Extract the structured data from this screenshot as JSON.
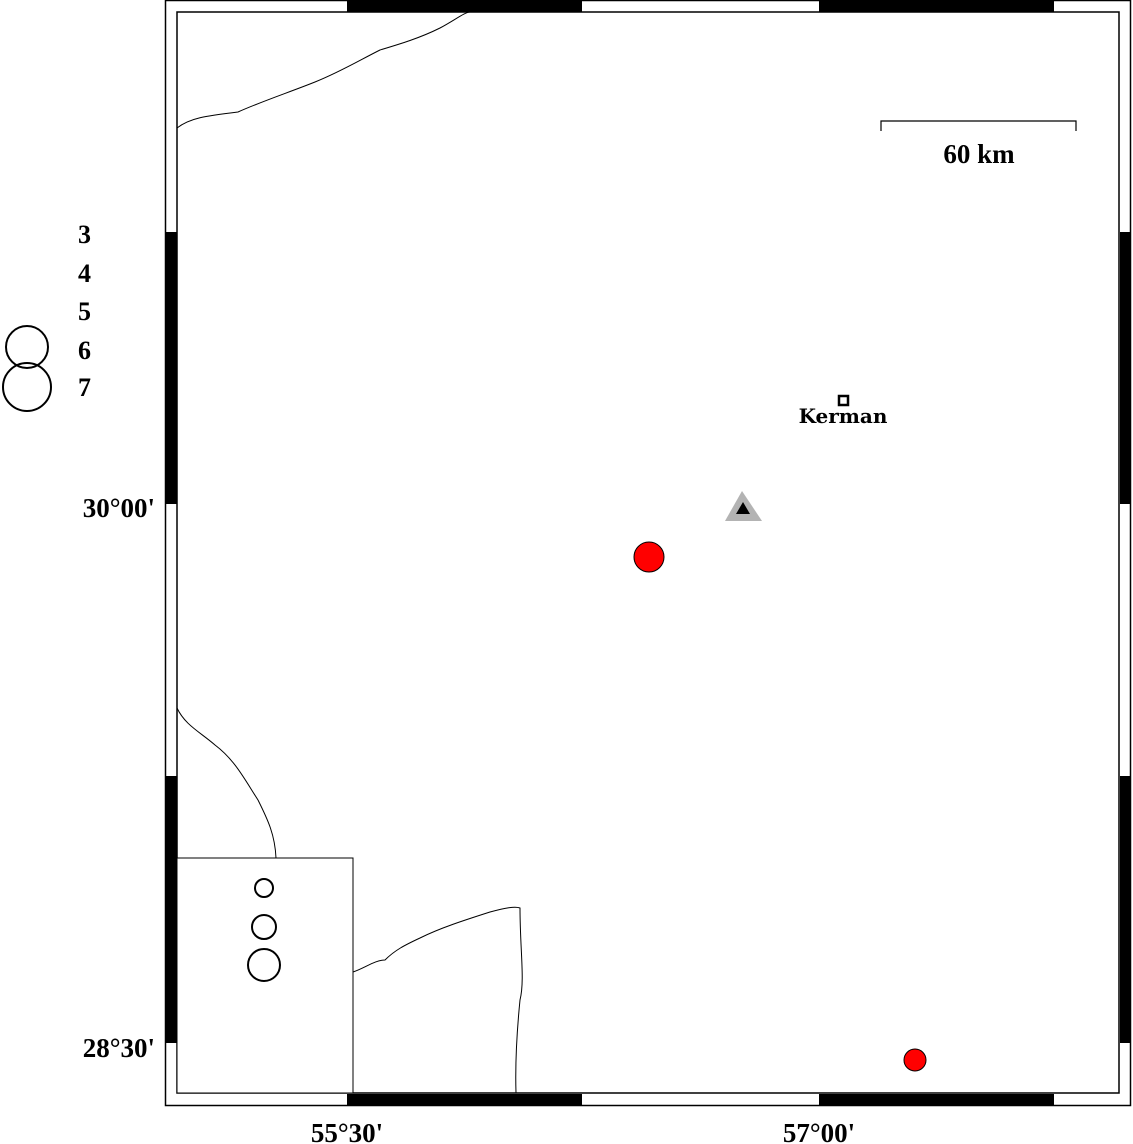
{
  "map": {
    "scale_bar": {
      "label": "60 km"
    },
    "city": {
      "name": "Kerman"
    },
    "lat_labels": [
      "30°00'",
      "28°30'"
    ],
    "lon_labels": [
      "55°30'",
      "57°00'"
    ],
    "magnitude_legend": [
      "3",
      "4",
      "5",
      "6",
      "7"
    ],
    "colors": {
      "event": "#ff0000",
      "station_outer": "#b3b3b3",
      "station_inner": "#000000"
    }
  }
}
